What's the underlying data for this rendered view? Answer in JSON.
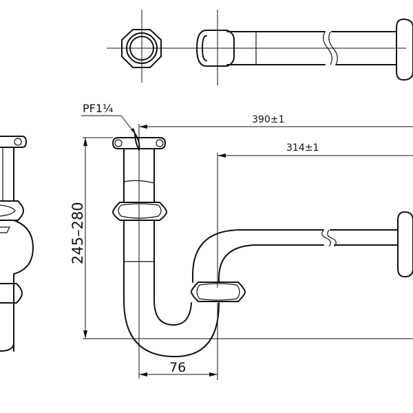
{
  "drawing": {
    "labels": {
      "thread": "PF1¼",
      "length_outer": "390±1",
      "length_inner": "314±1",
      "height_range": "245–280",
      "trap_width": "76"
    },
    "colors": {
      "line": "#111111",
      "background": "#ffffff"
    }
  }
}
